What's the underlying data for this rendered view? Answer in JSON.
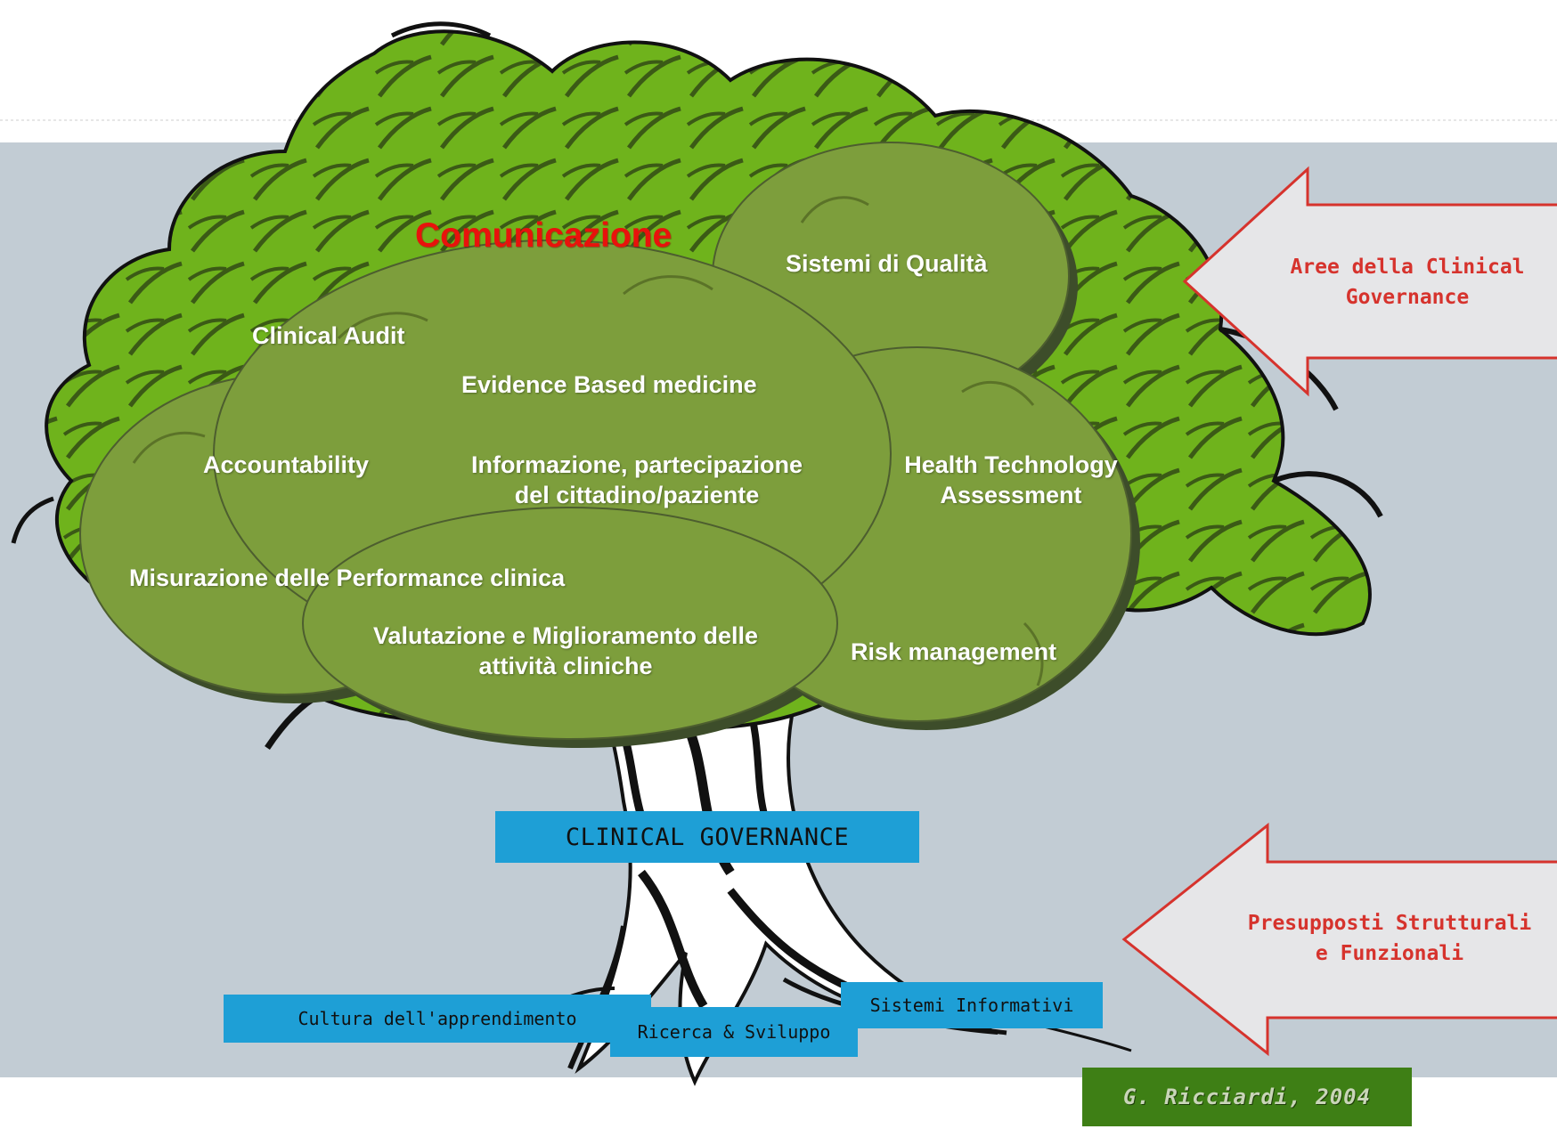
{
  "tree": {
    "canopy_title": "Comunicazione",
    "areas": {
      "sistemi_qualita": "Sistemi di Qualità",
      "clinical_audit": "Clinical Audit",
      "ebm": "Evidence Based medicine",
      "accountability": "Accountability",
      "informazione": [
        "Informazione, partecipazione",
        "del cittadino/paziente"
      ],
      "hta": [
        "Health Technology",
        "Assessment"
      ],
      "misurazione": "Misurazione delle Performance clinica",
      "valutazione": [
        "Valutazione e Miglioramento delle",
        "attività cliniche"
      ],
      "risk": "Risk management"
    },
    "trunk_label": "CLINICAL GOVERNANCE",
    "roots": {
      "cultura": "Cultura dell'apprendimento",
      "ricerca": "Ricerca & Sviluppo",
      "sistemi_informativi": "Sistemi Informativi"
    }
  },
  "arrows": {
    "top": [
      "Aree della Clinical",
      "Governance"
    ],
    "bottom": [
      "Presupposti Strutturali",
      "e Funzionali"
    ]
  },
  "author": "G. Ricciardi, 2004",
  "colors": {
    "band": "#c2ccd4",
    "leaf_bright": "#6fb31c",
    "cloud": "#7d9e3c",
    "cloud_shadow": "#3d4d2a",
    "blue_box": "#1e9fd6",
    "arrow_fill": "#e6e6e8",
    "arrow_stroke": "#d6332d",
    "red_title": "#e8120c",
    "author_bg": "#3e7f15"
  }
}
